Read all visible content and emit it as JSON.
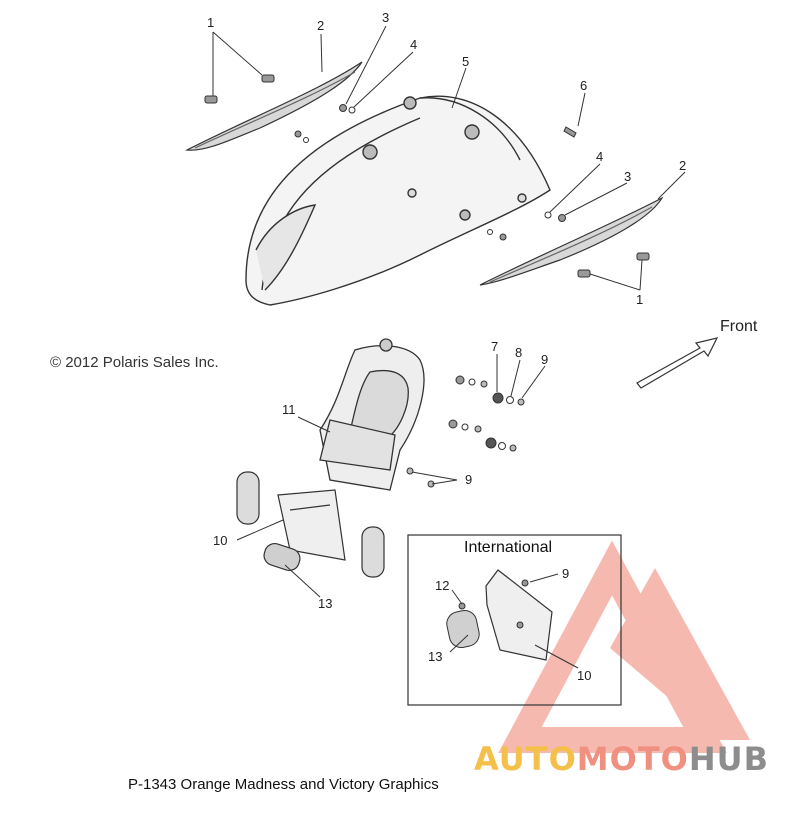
{
  "diagram": {
    "copyright": "© 2012 Polaris Sales Inc.",
    "front_label": "Front",
    "international_label": "International",
    "footer_caption": "P-1343 Orange Madness and Victory Graphics",
    "callouts": [
      "1",
      "2",
      "3",
      "4",
      "5",
      "6",
      "4",
      "3",
      "2",
      "1",
      "7",
      "8",
      "9",
      "11",
      "9",
      "10",
      "13",
      "12",
      "9",
      "13",
      "10"
    ]
  },
  "watermark": {
    "part1": "AUTO",
    "part2": "MOTO",
    "part3": "HUB",
    "colors": {
      "yellow": "#f5c04a",
      "salmon": "#f09080",
      "gray": "#8d8d8d"
    }
  }
}
